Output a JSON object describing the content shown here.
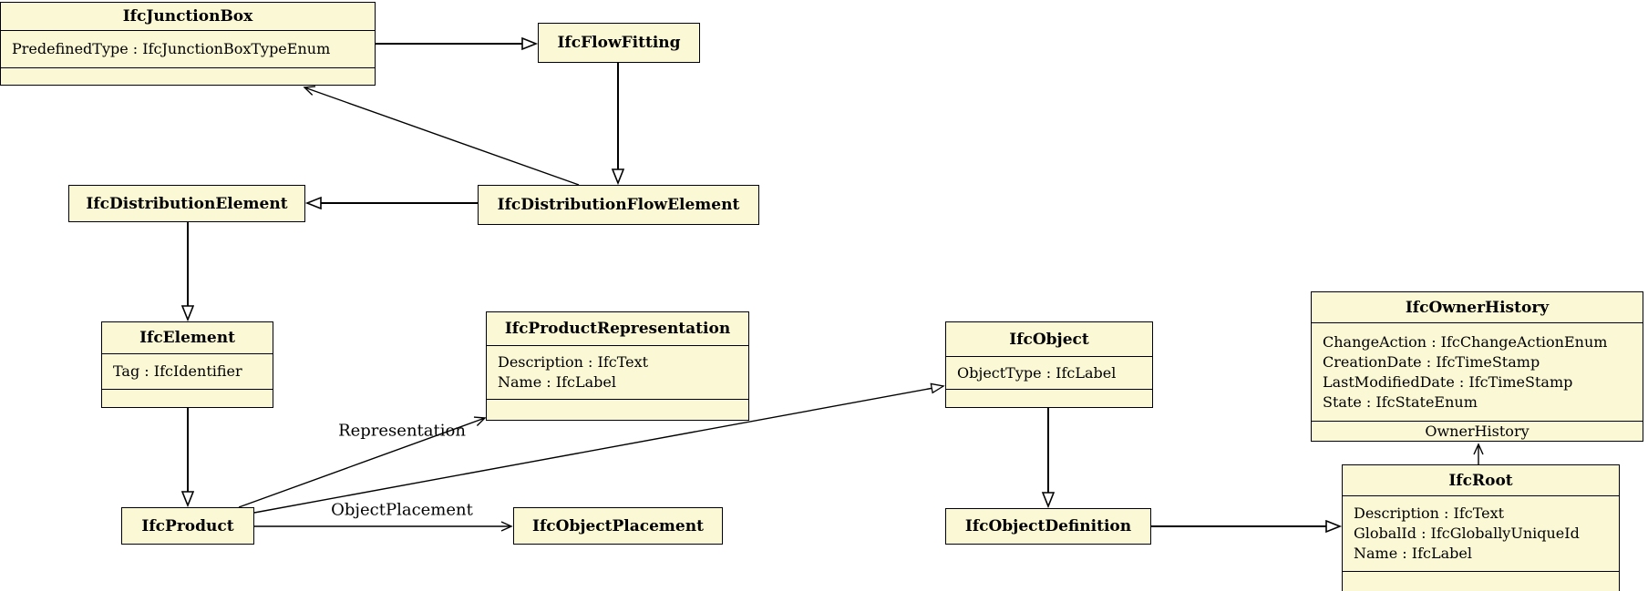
{
  "diagram": {
    "background": "#ffffff",
    "node_fill": "#fbf8d5",
    "node_border": "#000000",
    "edge_color": "#000000"
  },
  "nodes": {
    "junctionbox": {
      "title": "IfcJunctionBox",
      "attributes": [
        "PredefinedType : IfcJunctionBoxTypeEnum"
      ]
    },
    "flowfitting": {
      "title": "IfcFlowFitting"
    },
    "distributionelement": {
      "title": "IfcDistributionElement"
    },
    "distributionflowelement": {
      "title": "IfcDistributionFlowElement"
    },
    "element": {
      "title": "IfcElement",
      "attributes": [
        "Tag : IfcIdentifier"
      ]
    },
    "productrepresentation": {
      "title": "IfcProductRepresentation",
      "attributes": [
        "Description : IfcText",
        "Name : IfcLabel"
      ]
    },
    "object": {
      "title": "IfcObject",
      "attributes": [
        "ObjectType : IfcLabel"
      ]
    },
    "ownerhistory": {
      "title": "IfcOwnerHistory",
      "attributes": [
        "ChangeAction : IfcChangeActionEnum",
        "CreationDate : IfcTimeStamp",
        "LastModifiedDate : IfcTimeStamp",
        "State : IfcStateEnum"
      ]
    },
    "product": {
      "title": "IfcProduct"
    },
    "objectplacement": {
      "title": "IfcObjectPlacement"
    },
    "objectdefinition": {
      "title": "IfcObjectDefinition"
    },
    "root": {
      "title": "IfcRoot",
      "attributes": [
        "Description : IfcText",
        "GlobalId : IfcGloballyUniqueId",
        "Name : IfcLabel"
      ]
    }
  },
  "edge_labels": {
    "representation": "Representation",
    "object_placement": "ObjectPlacement",
    "owner_history": "OwnerHistory"
  }
}
